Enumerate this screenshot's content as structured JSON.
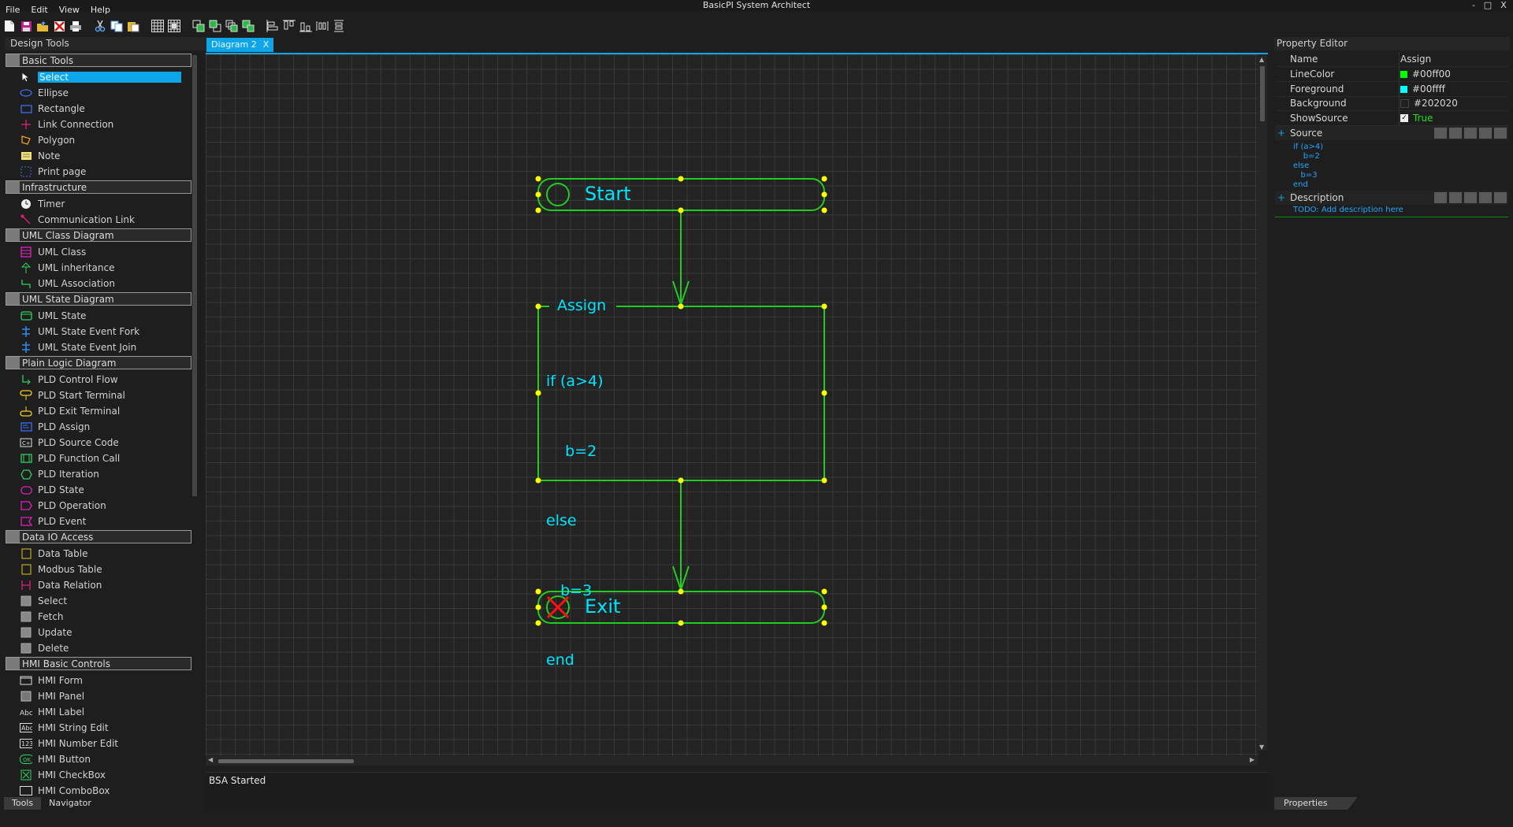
{
  "window": {
    "title": "BasicPI System Architect",
    "controls": [
      "-",
      "□",
      "X"
    ]
  },
  "menu": [
    "File",
    "Edit",
    "View",
    "Help"
  ],
  "toolbar": [
    "new-file-icon",
    "save-icon",
    "open-icon",
    "delete-icon",
    "print-icon",
    "cut-icon",
    "copy-icon",
    "paste-icon",
    "grid-icon",
    "grid-snap-icon",
    "bring-front-icon",
    "send-back-icon",
    "group-icon",
    "ungroup-icon",
    "align-left-icon",
    "align-top-icon",
    "align-bottom-icon",
    "space-horizontal-icon",
    "space-vertical-icon"
  ],
  "design_tools": {
    "title": "Design Tools",
    "categories": [
      {
        "name": "Basic Tools",
        "items": [
          {
            "label": "Select",
            "icon": "cursor",
            "selected": true
          },
          {
            "label": "Ellipse",
            "icon": "ellipse"
          },
          {
            "label": "Rectangle",
            "icon": "rect"
          },
          {
            "label": "Link Connection",
            "icon": "link"
          },
          {
            "label": "Polygon",
            "icon": "polygon"
          },
          {
            "label": "Note",
            "icon": "note"
          },
          {
            "label": "Print page",
            "icon": "printpage"
          }
        ]
      },
      {
        "name": "Infrastructure",
        "items": [
          {
            "label": "Timer",
            "icon": "timer"
          },
          {
            "label": "Communication Link",
            "icon": "commlink"
          }
        ]
      },
      {
        "name": "UML Class Diagram",
        "items": [
          {
            "label": "UML Class",
            "icon": "umlclass"
          },
          {
            "label": "UML inheritance",
            "icon": "inherit"
          },
          {
            "label": "UML Association",
            "icon": "assoc"
          }
        ]
      },
      {
        "name": "UML State Diagram",
        "items": [
          {
            "label": "UML State",
            "icon": "umlstate"
          },
          {
            "label": "UML State Event Fork",
            "icon": "fork"
          },
          {
            "label": "UML State Event Join",
            "icon": "join"
          }
        ]
      },
      {
        "name": "Plain Logic Diagram",
        "items": [
          {
            "label": "PLD Control Flow",
            "icon": "ctrlflow"
          },
          {
            "label": "PLD Start Terminal",
            "icon": "startterm"
          },
          {
            "label": "PLD Exit Terminal",
            "icon": "exitterm"
          },
          {
            "label": "PLD Assign",
            "icon": "assign"
          },
          {
            "label": "PLD Source Code",
            "icon": "srccode"
          },
          {
            "label": "PLD Function Call",
            "icon": "funccall"
          },
          {
            "label": "PLD Iteration",
            "icon": "iteration"
          },
          {
            "label": "PLD State",
            "icon": "pldstate"
          },
          {
            "label": "PLD Operation",
            "icon": "operation"
          },
          {
            "label": "PLD Event",
            "icon": "event"
          }
        ]
      },
      {
        "name": "Data IO Access",
        "items": [
          {
            "label": "Data Table",
            "icon": "datatable"
          },
          {
            "label": "Modbus Table",
            "icon": "modbus"
          },
          {
            "label": "Data Relation",
            "icon": "relation"
          },
          {
            "label": "Select",
            "icon": "graysq"
          },
          {
            "label": "Fetch",
            "icon": "graysq"
          },
          {
            "label": "Update",
            "icon": "graysq"
          },
          {
            "label": "Delete",
            "icon": "graysq"
          }
        ]
      },
      {
        "name": "HMI Basic Controls",
        "items": [
          {
            "label": "HMI Form",
            "icon": "form"
          },
          {
            "label": "HMI Panel",
            "icon": "panel"
          },
          {
            "label": "HMI Label",
            "icon": "abc"
          },
          {
            "label": "HMI String Edit",
            "icon": "stredit"
          },
          {
            "label": "HMI Number Edit",
            "icon": "numedit"
          },
          {
            "label": "HMI Button",
            "icon": "button"
          },
          {
            "label": "HMI CheckBox",
            "icon": "checkbox"
          },
          {
            "label": "HMI ComboBox",
            "icon": "combobox"
          }
        ]
      }
    ],
    "bottom_tabs": [
      "Tools",
      "Navigator"
    ]
  },
  "document": {
    "tab_label": "Diagram 2",
    "tab_close": "X",
    "diagram": {
      "start": {
        "label": "Start"
      },
      "assign": {
        "title": "Assign",
        "code": [
          "if (a>4)",
          "    b=2",
          "else",
          "   b=3",
          "end"
        ]
      },
      "exit": {
        "label": "Exit"
      }
    }
  },
  "status": "BSA Started",
  "property_editor": {
    "title": "Property Editor",
    "rows": [
      {
        "name": "Name",
        "value": "Assign"
      },
      {
        "name": "LineColor",
        "value": "#00ff00",
        "swatch": "#00ff00"
      },
      {
        "name": "Foreground",
        "value": "#00ffff",
        "swatch": "#00ffff"
      },
      {
        "name": "Background",
        "value": "#202020",
        "swatch": "#202020"
      },
      {
        "name": "ShowSource",
        "value": "True",
        "check": "✓"
      }
    ],
    "groups": [
      {
        "name": "Source",
        "expander": "+"
      },
      {
        "name": "Description",
        "expander": "+"
      }
    ],
    "source_text": "if (a>4)\n    b=2\nelse\n   b=3\nend",
    "description_text": "TODO: Add description here",
    "bottom_tab": "Properties"
  },
  "colors": {
    "accent": "#0ea5e9",
    "line": "#00ff00",
    "foreground": "#00ffff",
    "handle": "#ffff00",
    "exit_mark": "#ff0000"
  }
}
